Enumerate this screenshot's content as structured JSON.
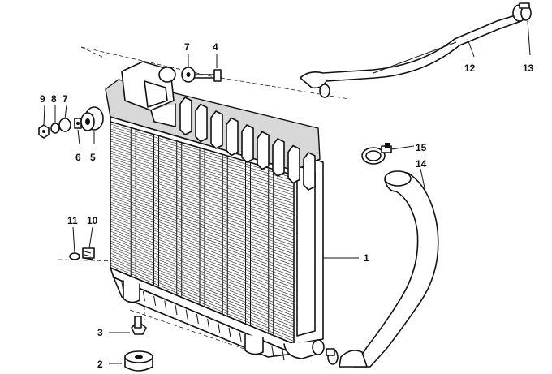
{
  "diagram": {
    "callouts": [
      {
        "id": "c1",
        "label": "1"
      },
      {
        "id": "c2",
        "label": "2"
      },
      {
        "id": "c3",
        "label": "3"
      },
      {
        "id": "c4",
        "label": "4"
      },
      {
        "id": "c5",
        "label": "5"
      },
      {
        "id": "c6",
        "label": "6"
      },
      {
        "id": "c7a",
        "label": "7"
      },
      {
        "id": "c7b",
        "label": "7"
      },
      {
        "id": "c8",
        "label": "8"
      },
      {
        "id": "c9",
        "label": "9"
      },
      {
        "id": "c10",
        "label": "10"
      },
      {
        "id": "c11",
        "label": "11"
      },
      {
        "id": "c12",
        "label": "12"
      },
      {
        "id": "c13",
        "label": "13"
      },
      {
        "id": "c14",
        "label": "14"
      },
      {
        "id": "c15",
        "label": "15"
      }
    ],
    "colors": {
      "ink": "#111111",
      "paper": "#ffffff",
      "shade": "#d8d8d8"
    }
  }
}
